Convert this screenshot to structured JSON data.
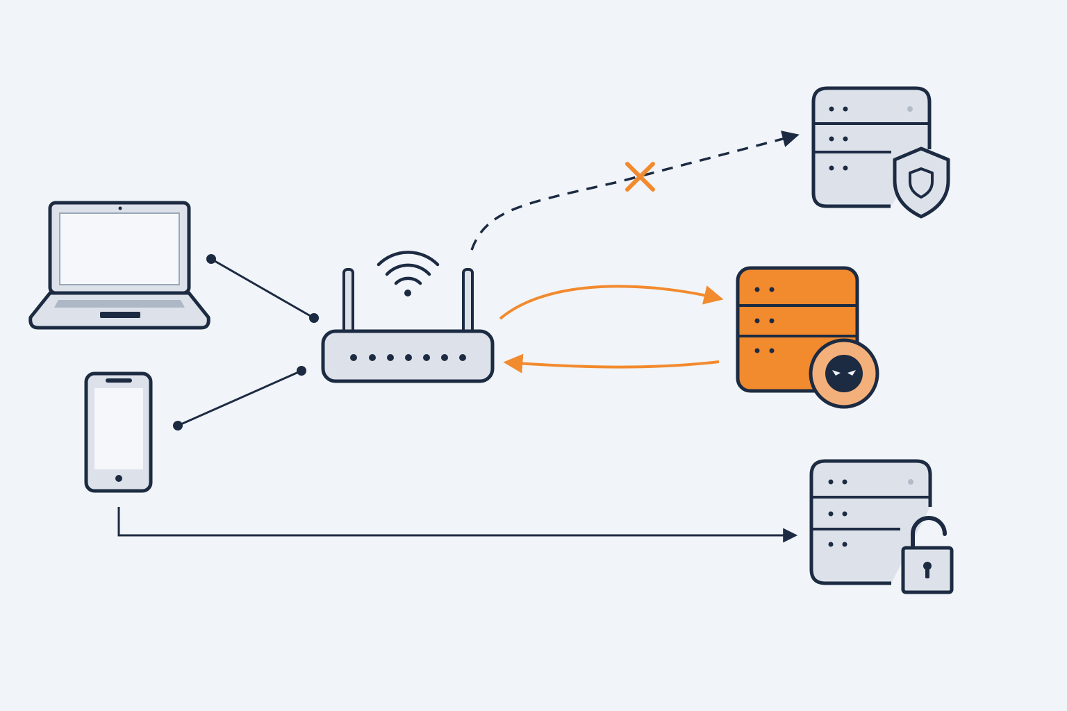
{
  "colors": {
    "background": "#f1f4f8",
    "ink": "#1c2b42",
    "device_fill": "#dde2ea",
    "attacker_accent": "#f28a2e",
    "attacker_badge": "#f4b07a"
  },
  "nodes": [
    {
      "id": "laptop",
      "icon": "laptop-icon"
    },
    {
      "id": "phone",
      "icon": "smartphone-icon"
    },
    {
      "id": "router",
      "icon": "wifi-router-icon"
    },
    {
      "id": "secure-server",
      "icon": "server-with-shield-icon"
    },
    {
      "id": "malicious-server",
      "icon": "server-with-masked-attacker-icon"
    },
    {
      "id": "unlocked-server",
      "icon": "server-with-open-padlock-icon"
    }
  ],
  "edges": [
    {
      "from": "laptop",
      "to": "router",
      "style": "solid"
    },
    {
      "from": "phone",
      "to": "router",
      "style": "solid"
    },
    {
      "from": "router",
      "to": "secure-server",
      "style": "dashed",
      "blocked": true,
      "marker": "x-icon"
    },
    {
      "from": "router",
      "to": "malicious-server",
      "style": "solid",
      "color": "attacker_accent"
    },
    {
      "from": "malicious-server",
      "to": "router",
      "style": "solid",
      "color": "attacker_accent"
    },
    {
      "from": "phone",
      "to": "unlocked-server",
      "style": "solid"
    }
  ]
}
